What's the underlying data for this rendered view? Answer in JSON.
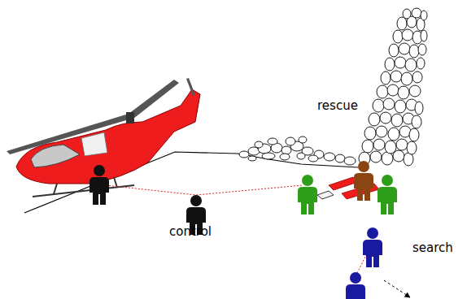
{
  "diagram": {
    "labels": [
      "rescue",
      "control",
      "search"
    ]
  }
}
